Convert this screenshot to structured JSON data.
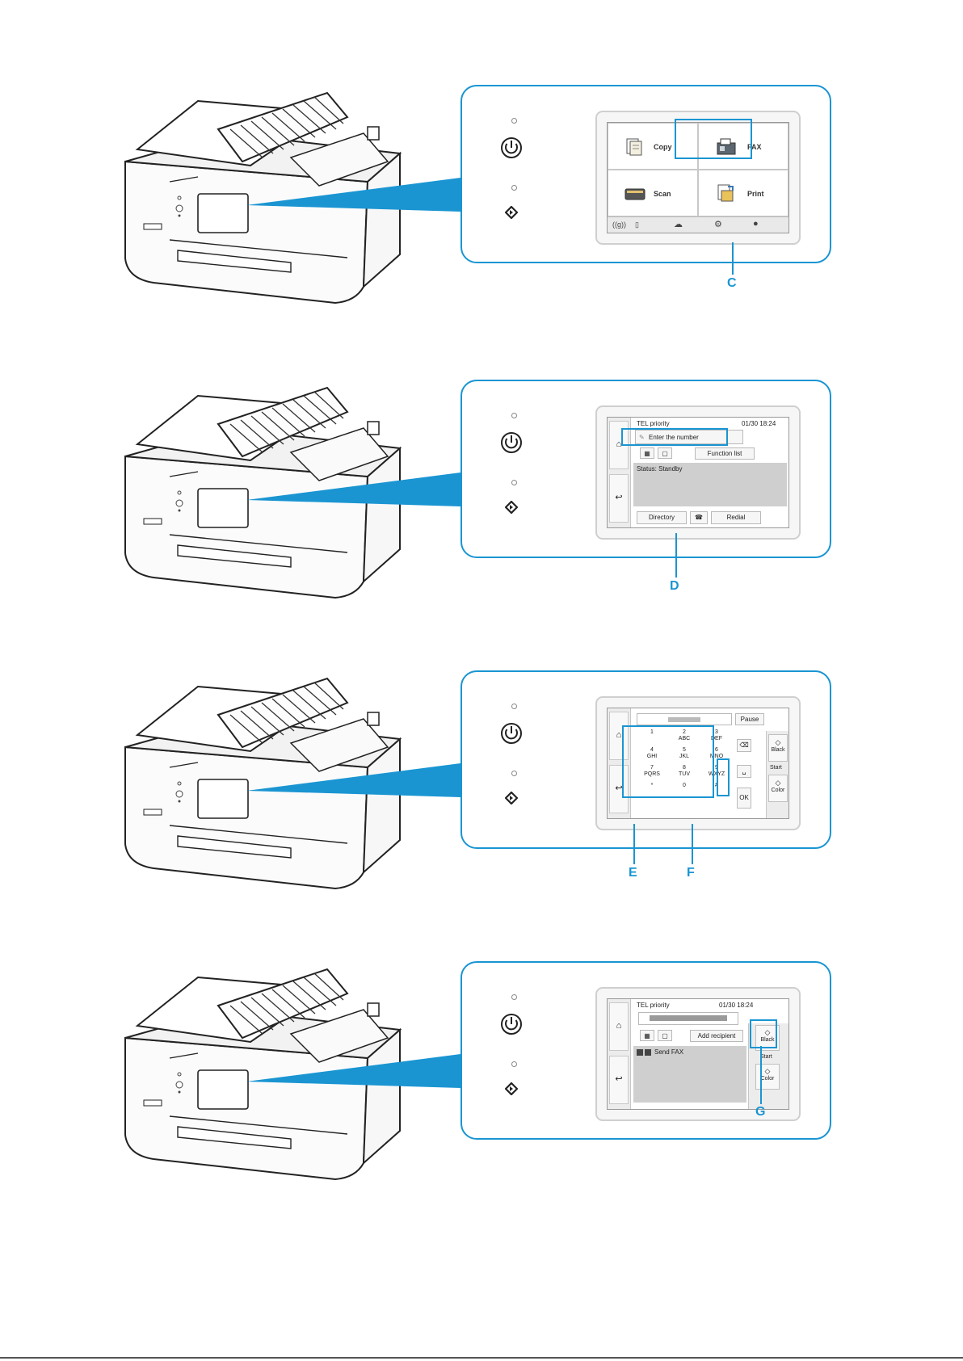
{
  "panel_common": {
    "accent": "#1a95d2",
    "power_icon": "power-icon",
    "start_icon": "start-diamond-icon"
  },
  "step1": {
    "tiles": {
      "copy": "Copy",
      "fax": "FAX",
      "scan": "Scan",
      "print": "Print"
    },
    "bar": {
      "wifi": "((g))"
    },
    "callout": "C"
  },
  "step2": {
    "header_left": "TEL priority",
    "header_right": "01/30 18:24",
    "number_field": "Enter the number",
    "function_list": "Function list",
    "status": "Status: Standby",
    "directory": "Directory",
    "redial": "Redial",
    "callout": "D"
  },
  "step3": {
    "pause": "Pause",
    "keys": [
      {
        "d": "1",
        "l": ""
      },
      {
        "d": "2",
        "l": "ABC"
      },
      {
        "d": "3",
        "l": "DEF"
      },
      {
        "d": "4",
        "l": "GHI"
      },
      {
        "d": "5",
        "l": "JKL"
      },
      {
        "d": "6",
        "l": "MNO"
      },
      {
        "d": "7",
        "l": "PQRS"
      },
      {
        "d": "8",
        "l": "TUV"
      },
      {
        "d": "9",
        "l": "WXYZ"
      },
      {
        "d": "*",
        "l": ""
      },
      {
        "d": "0",
        "l": ""
      },
      {
        "d": "#",
        "l": ""
      }
    ],
    "ok": "OK",
    "black": "Black",
    "start": "Start",
    "color": "Color",
    "callout_e": "E",
    "callout_f": "F"
  },
  "step4": {
    "header_left": "TEL priority",
    "header_right": "01/30 18:24",
    "add_recipient": "Add recipient",
    "send_fax": "Send FAX",
    "black": "Black",
    "start": "Start",
    "color": "Color",
    "callout": "G"
  }
}
